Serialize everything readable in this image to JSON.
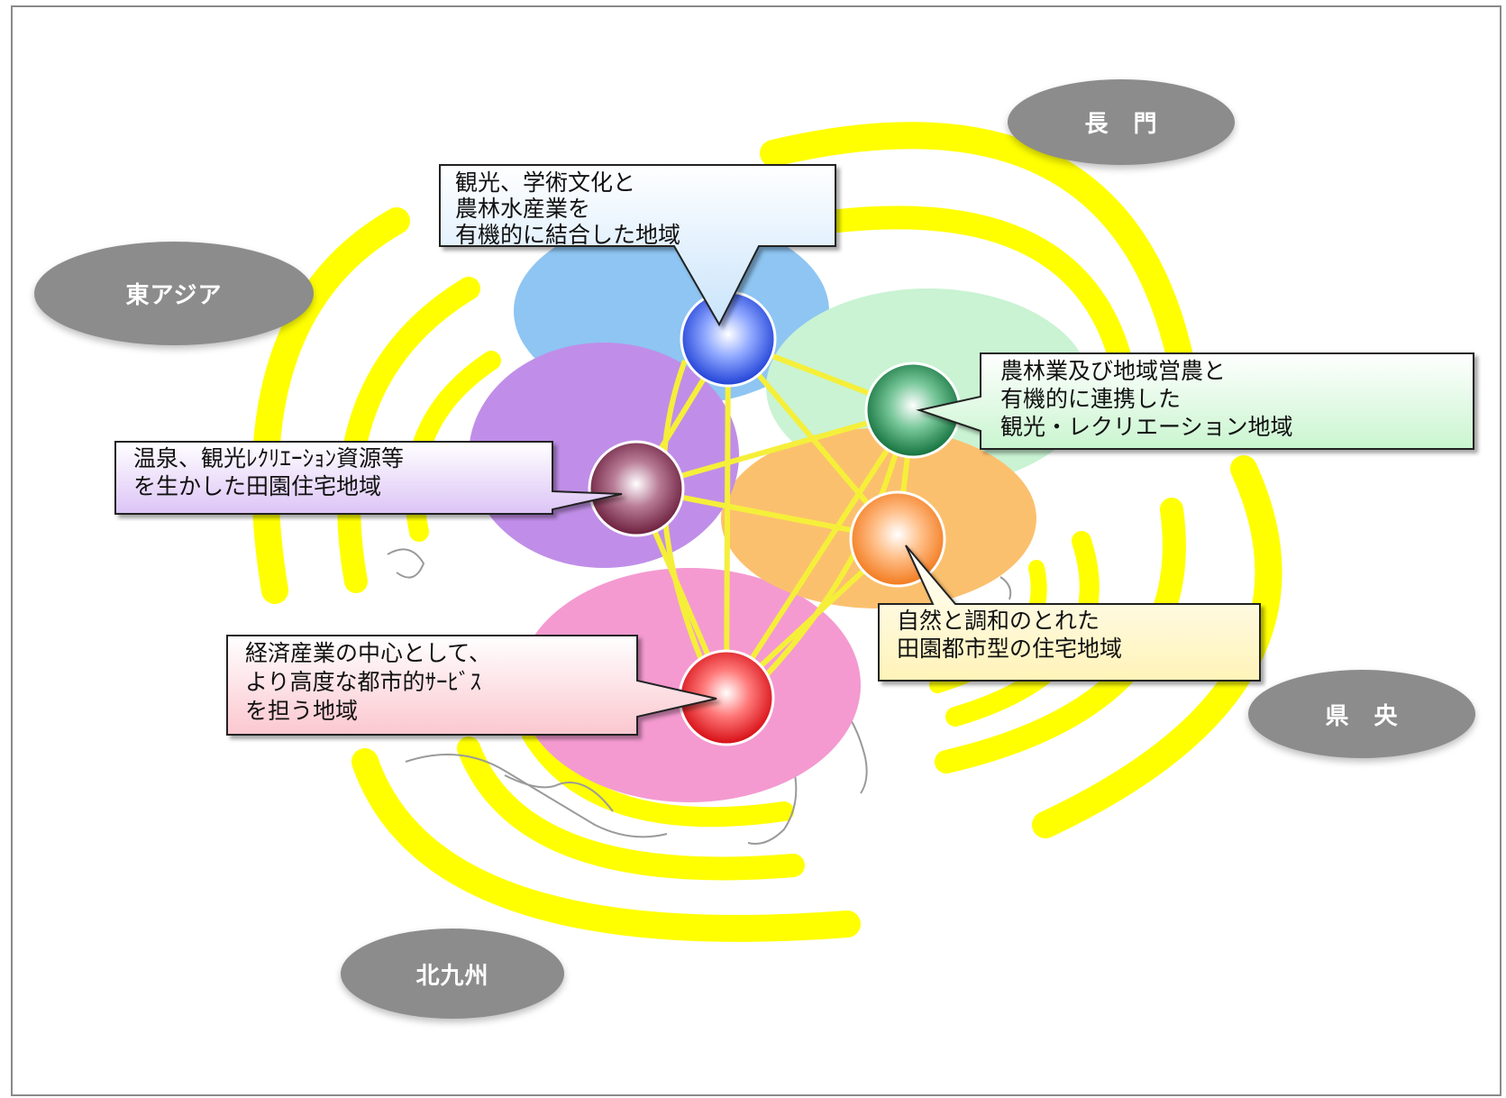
{
  "regions": {
    "nagato": "長　門",
    "east_asia": "東アジア",
    "kenou": "県　央",
    "kitakyushu": "北九州"
  },
  "callouts": {
    "blue": [
      "観光、学術文化と",
      "農林水産業を",
      "有機的に結合した地域"
    ],
    "green": [
      "農林業及び地域営農と",
      "有機的に連携した",
      "観光・レクリエーション地域"
    ],
    "purple": [
      "温泉、観光ﾚｸﾘｴｰｼｮﾝ資源等",
      "を生かした田園住宅地域"
    ],
    "orange": [
      "自然と調和のとれた",
      "田園都市型の住宅地域"
    ],
    "red": [
      "経済産業の中心として、",
      "より高度な都市的ｻｰﾋﾞｽ",
      "を担う地域"
    ]
  },
  "colors": {
    "ring": "#ffff00",
    "network_line": "#f5ef3a",
    "zone_blue": "#8ec5f2",
    "zone_green": "#c9f3d3",
    "zone_purple": "#c08ee8",
    "zone_orange": "#fbc06e",
    "zone_pink": "#f49ad0",
    "node_blue": "#2f57e6",
    "node_green": "#1f8a4f",
    "node_purple": "#7a2a4a",
    "node_orange": "#f58a2a",
    "node_red": "#e0141a",
    "region_oval": "#8c8c8c"
  }
}
